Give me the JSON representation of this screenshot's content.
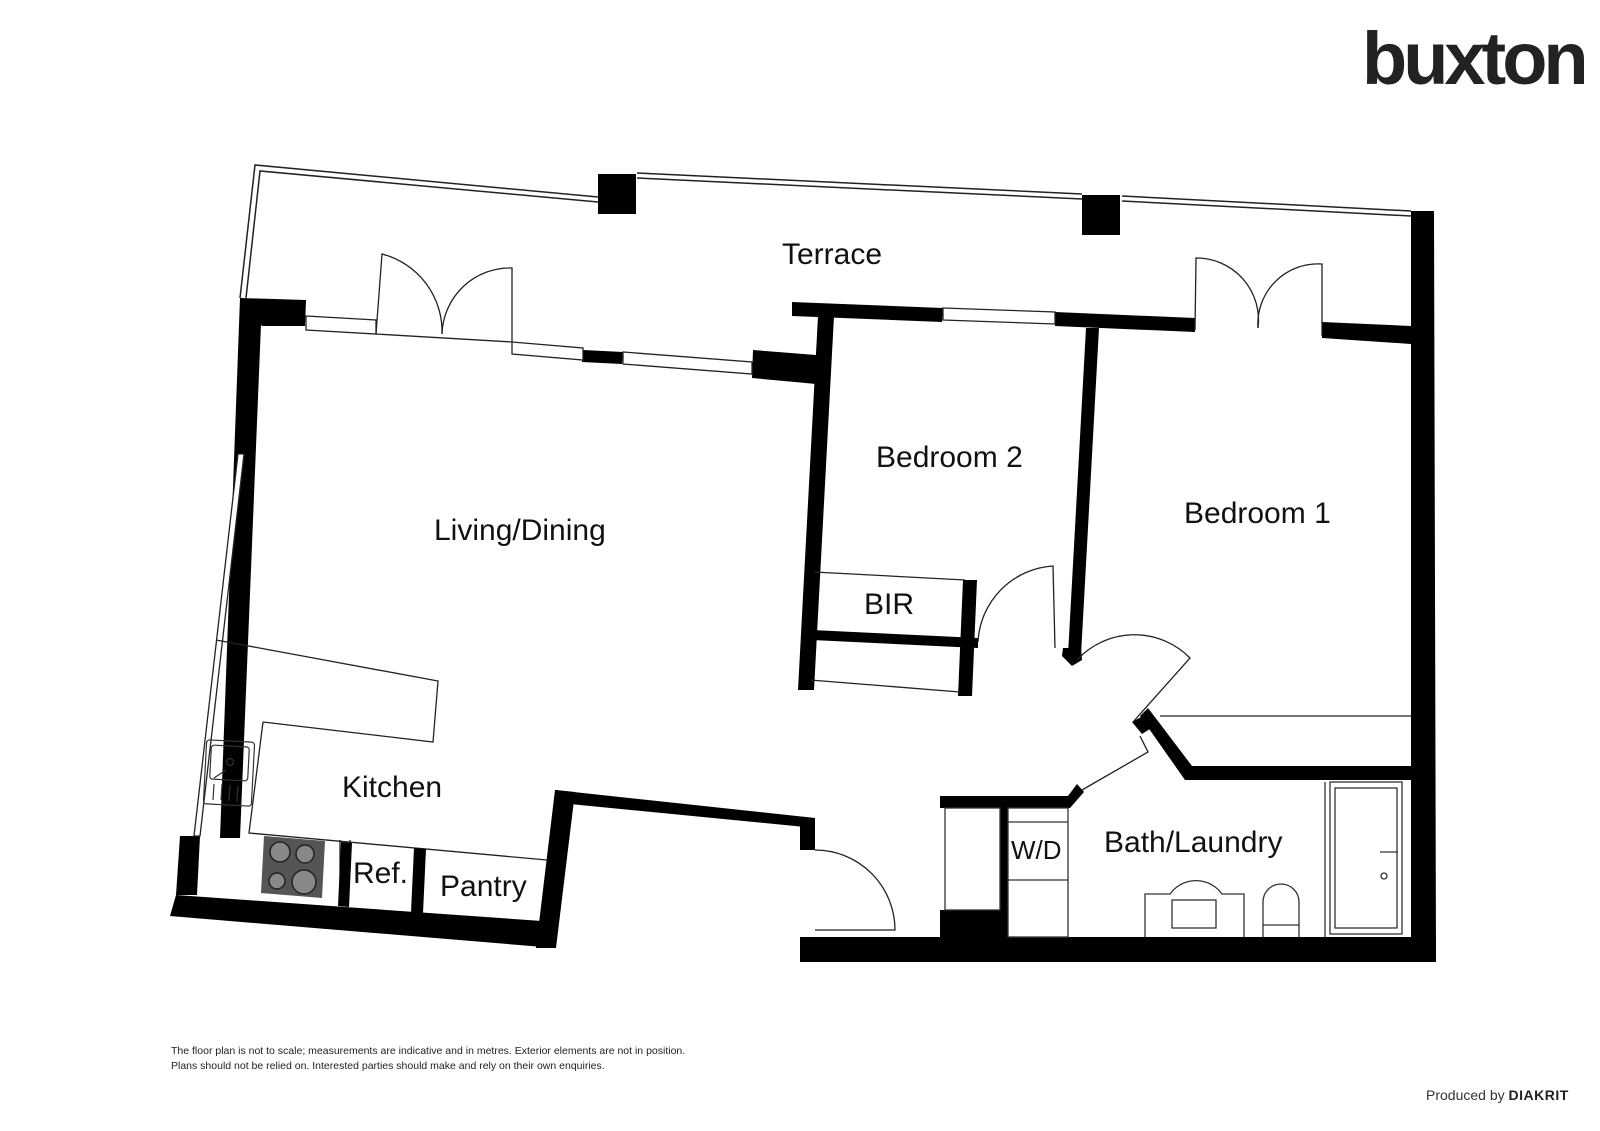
{
  "brand": {
    "logo_text": "buxton"
  },
  "floor_plan": {
    "rooms": {
      "terrace": "Terrace",
      "living_dining": "Living/Dining",
      "bedroom_2": "Bedroom 2",
      "bedroom_1": "Bedroom 1",
      "bir": "BIR",
      "kitchen": "Kitchen",
      "ref": "Ref.",
      "pantry": "Pantry",
      "wd": "W/D",
      "bath_laundry": "Bath/Laundry"
    },
    "colors": {
      "wall": "#000000",
      "line": "#222222",
      "background": "#ffffff",
      "cooktop": "#555555"
    }
  },
  "footer": {
    "disclaimer_line1": "The floor plan is not to scale; measurements are indicative and in metres. Exterior elements are not in position.",
    "disclaimer_line2": "Plans should not be relied on. Interested parties should make and rely on their own enquiries.",
    "credit_prefix": "Produced by ",
    "credit_brand": "DIAKRIT"
  }
}
